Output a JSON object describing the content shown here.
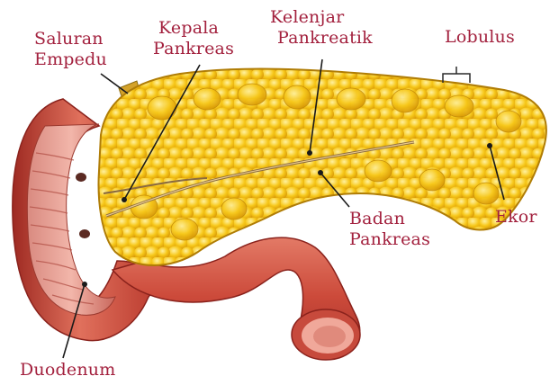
{
  "labels": {
    "saluran_empedu": {
      "line1": "Saluran",
      "line2": "Empedu"
    },
    "kepala_pankreas": {
      "line1": "Kepala",
      "line2": "Pankreas"
    },
    "kelenjar_pankreatik": {
      "line1": "Kelenjar",
      "line2": "Pankreatik"
    },
    "lobulus": "Lobulus",
    "badan_pankreas": {
      "line1": "Badan",
      "line2": "Pankreas"
    },
    "ekor": "Ekor",
    "duodenum": "Duodenum"
  },
  "colors": {
    "label_red": "#a3213e",
    "label_dark": "#2a2a2a",
    "pancreas_yellow": "#f5c518",
    "duodenum_red": "#c8473c"
  }
}
